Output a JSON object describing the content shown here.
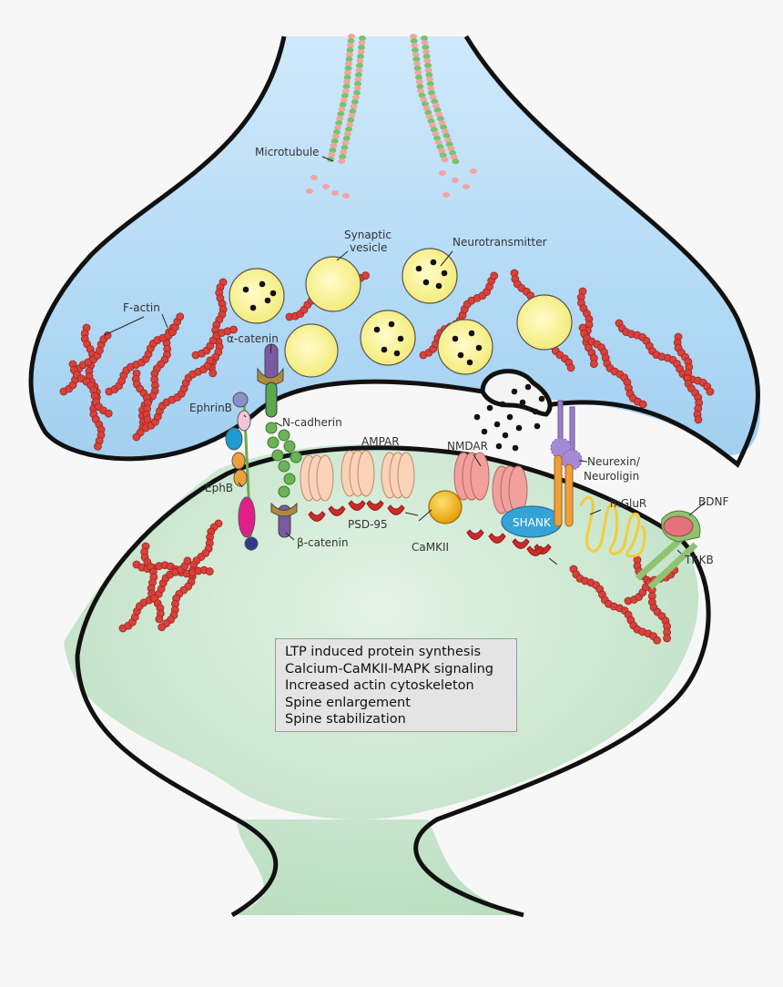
{
  "labels": {
    "microtubule": "Microtubule",
    "synaptic_vesicle_1": "Synaptic",
    "synaptic_vesicle_2": "vesicle",
    "neurotransmitter": "Neurotransmitter",
    "f_actin": "F-actin",
    "alpha_catenin": "α-catenin",
    "ephrin_b": "EphrinB",
    "n_cadherin": "N-cadherin",
    "ampar": "AMPAR",
    "nmdar": "NMDAR",
    "neurexin": "Neurexin/",
    "neuroligin": "Neuroligin",
    "eph_b": "EphB",
    "beta_catenin": "β-catenin",
    "psd_95": "PSD-95",
    "camkii": "CaMKII",
    "shank": "SHANK",
    "mglur": "mGluR",
    "bdnf": "BDNF",
    "trkb": "TRKB"
  },
  "info_box": {
    "lines": [
      "LTP induced protein synthesis",
      "Calcium-CaMKII-MAPK signaling",
      "Increased actin cytoskeleton",
      "Spine enlargement",
      "Spine stabilization"
    ]
  },
  "colors": {
    "presynaptic_fill": "#b7dcf6",
    "postsynaptic_fill": "#cfe9d3",
    "membrane": "#111111",
    "actin": "#d9413a",
    "vesicle": "#fbf59a",
    "ampar": "#f9d2b7",
    "nmdar": "#f1a09b",
    "camkii": "#f5bb14",
    "shank": "#3aa5d3",
    "psd95": "#cc2b2b"
  }
}
